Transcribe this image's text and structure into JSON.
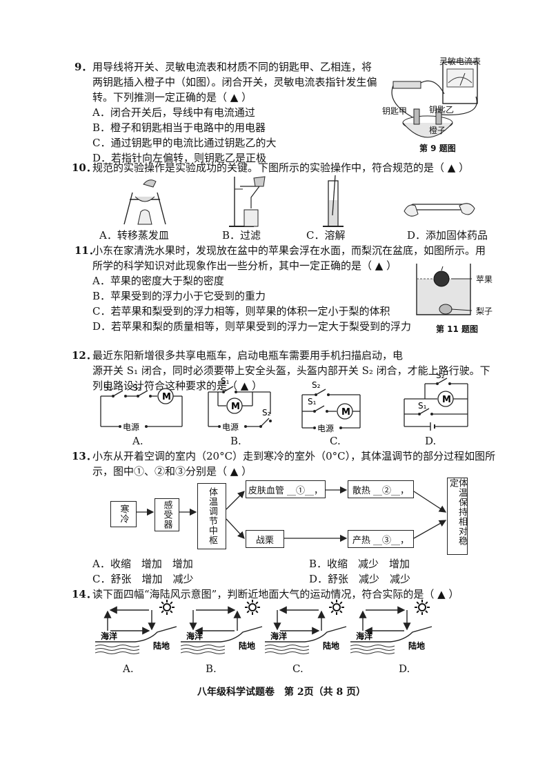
{
  "q9": {
    "num": "9．",
    "lines": [
      "用导线将开关、灵敏电流表和材质不同的钥匙甲、乙相连，将",
      "两钥匙插入橙子中（如图）。闭合开关，灵敏电流表指针发生偏",
      "转。下列推测一定正确的是（ ▲ ）"
    ],
    "options": [
      "A．闭合开关后，导线中有电流通过",
      "B．橙子和钥匙相当于电路中的用电器",
      "C．通过钥匙甲的电流比通过钥匙乙的大",
      "D．若指针向左偏转，则钥匙乙是正极"
    ],
    "fig": {
      "meter": "灵敏电流表",
      "key_a": "钥匙甲",
      "key_b": "钥匙乙",
      "orange": "橙子",
      "caption": "第 9 题图"
    }
  },
  "q10": {
    "num": "10．",
    "stem": "规范的实验操作是实验成功的关键。下图所示的实验操作中，符合规范的是（ ▲ ）",
    "options": [
      "A．转移蒸发皿",
      "B．过滤",
      "C．溶解",
      "D．添加固体药品"
    ]
  },
  "q11": {
    "num": "11．",
    "lines": [
      "小东在家清洗水果时，发现放在盆中的苹果会浮在水面，而梨沉在盆底，如图所示。用",
      "所学的科学知识对此现象作出一些分析，其中一定正确的是（ ▲ ）"
    ],
    "options": [
      "A．苹果的密度大于梨的密度",
      "B．苹果受到的浮力小于它受到的重力",
      "C．若苹果和梨受到的浮力相等，则苹果的体积一定小于梨的体积",
      "D．若苹果和梨的质量相等，则苹果受到的浮力一定大于梨受到的浮力"
    ],
    "fig": {
      "apple": "苹果",
      "pear": "梨子",
      "caption": "第 11 题图"
    }
  },
  "q12": {
    "num": "12．",
    "lines": [
      "最近东阳新增很多共享电瓶车，启动电瓶车需要用手机扫描启动，电",
      "源开关 S₁ 闭合，同时必须要带上安全头盔，头盔内部开关 S₂ 闭合，才能上路行驶。下",
      "列电路设计符合这种要求的是（ ▲ ）"
    ],
    "circuit": {
      "s1": "S₁",
      "s2": "S₂",
      "motor": "M",
      "source": "电源"
    },
    "choices": [
      "A.",
      "B.",
      "C.",
      "D."
    ]
  },
  "q13": {
    "num": "13．",
    "lines": [
      "小东从开着空调的室内（20°C）走到寒冷的室外（0°C），其体温调节的部分过程如图所",
      "示，图中①、②和③分别是（ ▲ ）"
    ],
    "flow": {
      "cold": "寒冷",
      "receptor": "感受器",
      "center": "体温调节中枢",
      "skin": "皮肤血管 __①__，",
      "heat_loss": "散热 __②__，",
      "shiver": "战栗",
      "heat_prod": "产热 __③__，",
      "stable": "体温保持相对稳定"
    },
    "options": [
      "A．收缩　增加　增加",
      "B．收缩　减少　增加",
      "C．舒张　增加　减少",
      "D．舒张　减少　减少"
    ]
  },
  "q14": {
    "num": "14．",
    "stem": "读下面四幅“海陆风示意图”，判断近地面大气的运动情况，符合实际的是（ ▲ ）",
    "ocean": "海洋",
    "land": "陆地",
    "choices": [
      "A.",
      "B.",
      "C.",
      "D."
    ]
  },
  "footer": "八年级科学试题卷　第 2页（共 8 页）"
}
